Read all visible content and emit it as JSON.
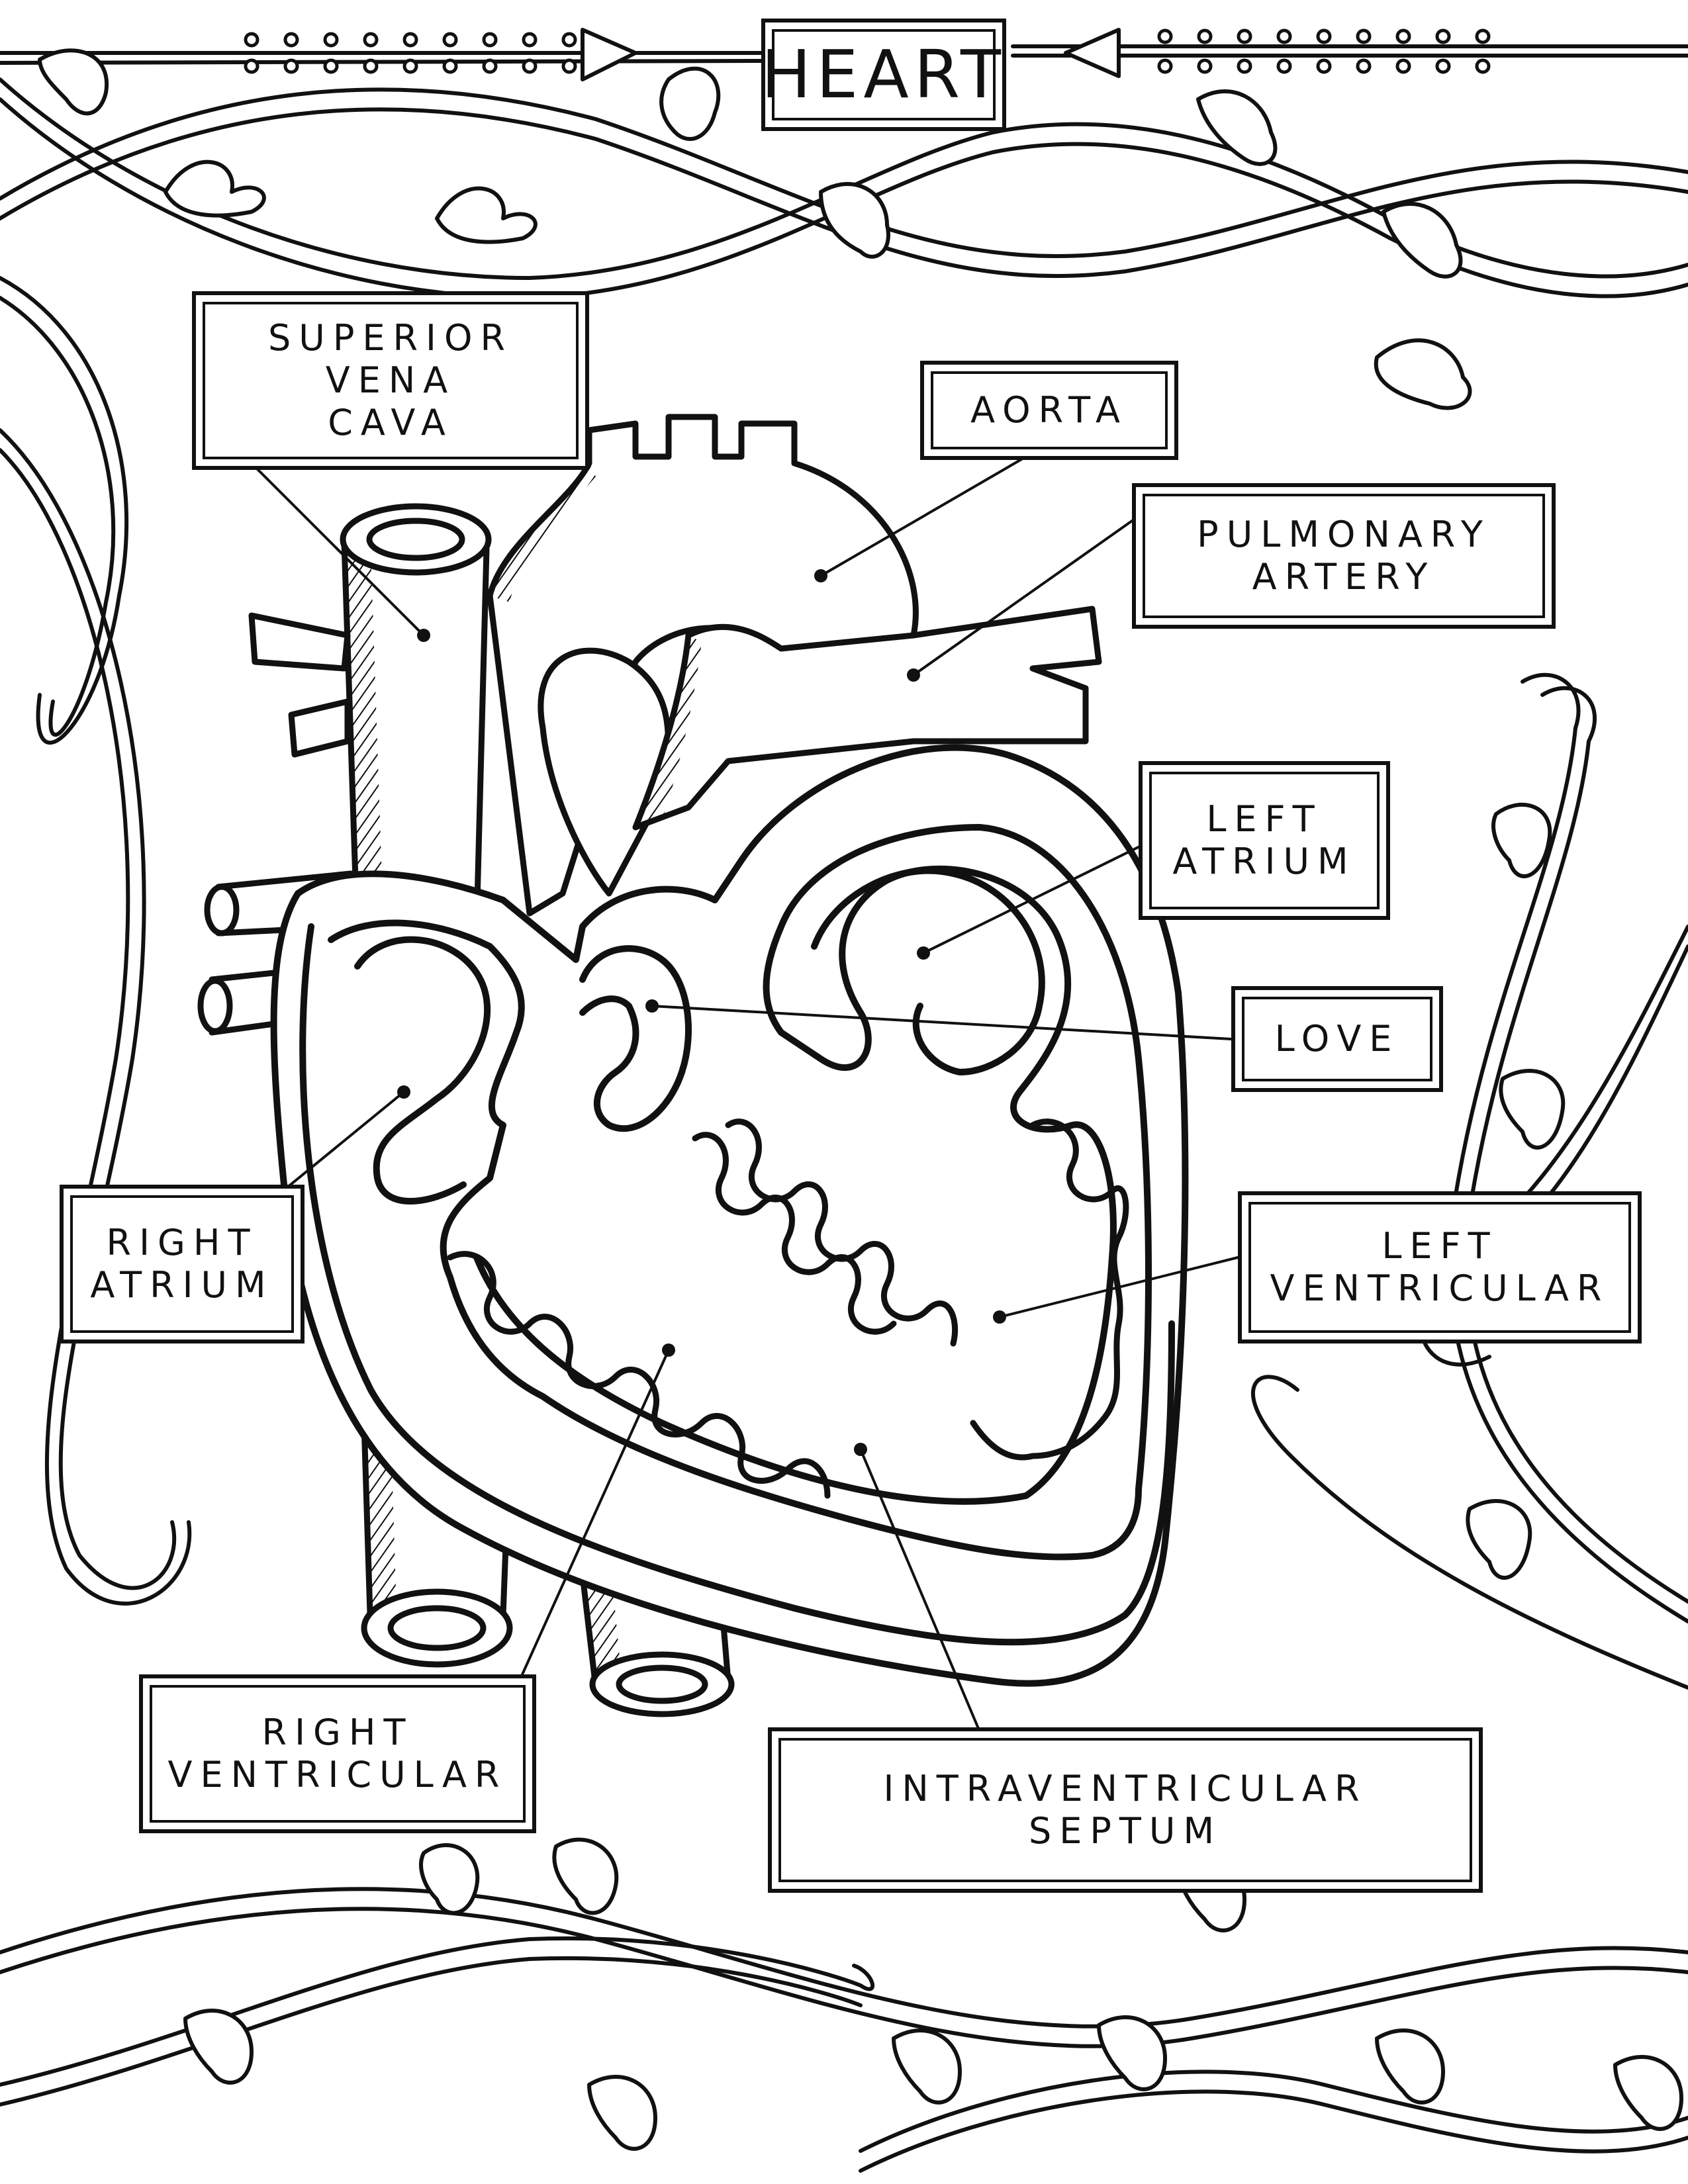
{
  "title": "HEART",
  "labels": {
    "superior_vena_cava": "SUPERIOR\nVENA\nCAVA",
    "aorta": "AORTA",
    "pulmonary_artery": "PULMONARY\nARTERY",
    "left_atrium": "LEFT\nATRIUM",
    "love": "LOVE",
    "right_atrium": "RIGHT\nATRIUM",
    "left_ventricular": "LEFT\nVENTRICULAR",
    "right_ventricular": "RIGHT\nVENTRICULAR",
    "intraventricular_septum": "INTRAVENTRICULAR\nSEPTUM"
  },
  "colors": {
    "ink": "#111111",
    "paper": "#ffffff"
  }
}
